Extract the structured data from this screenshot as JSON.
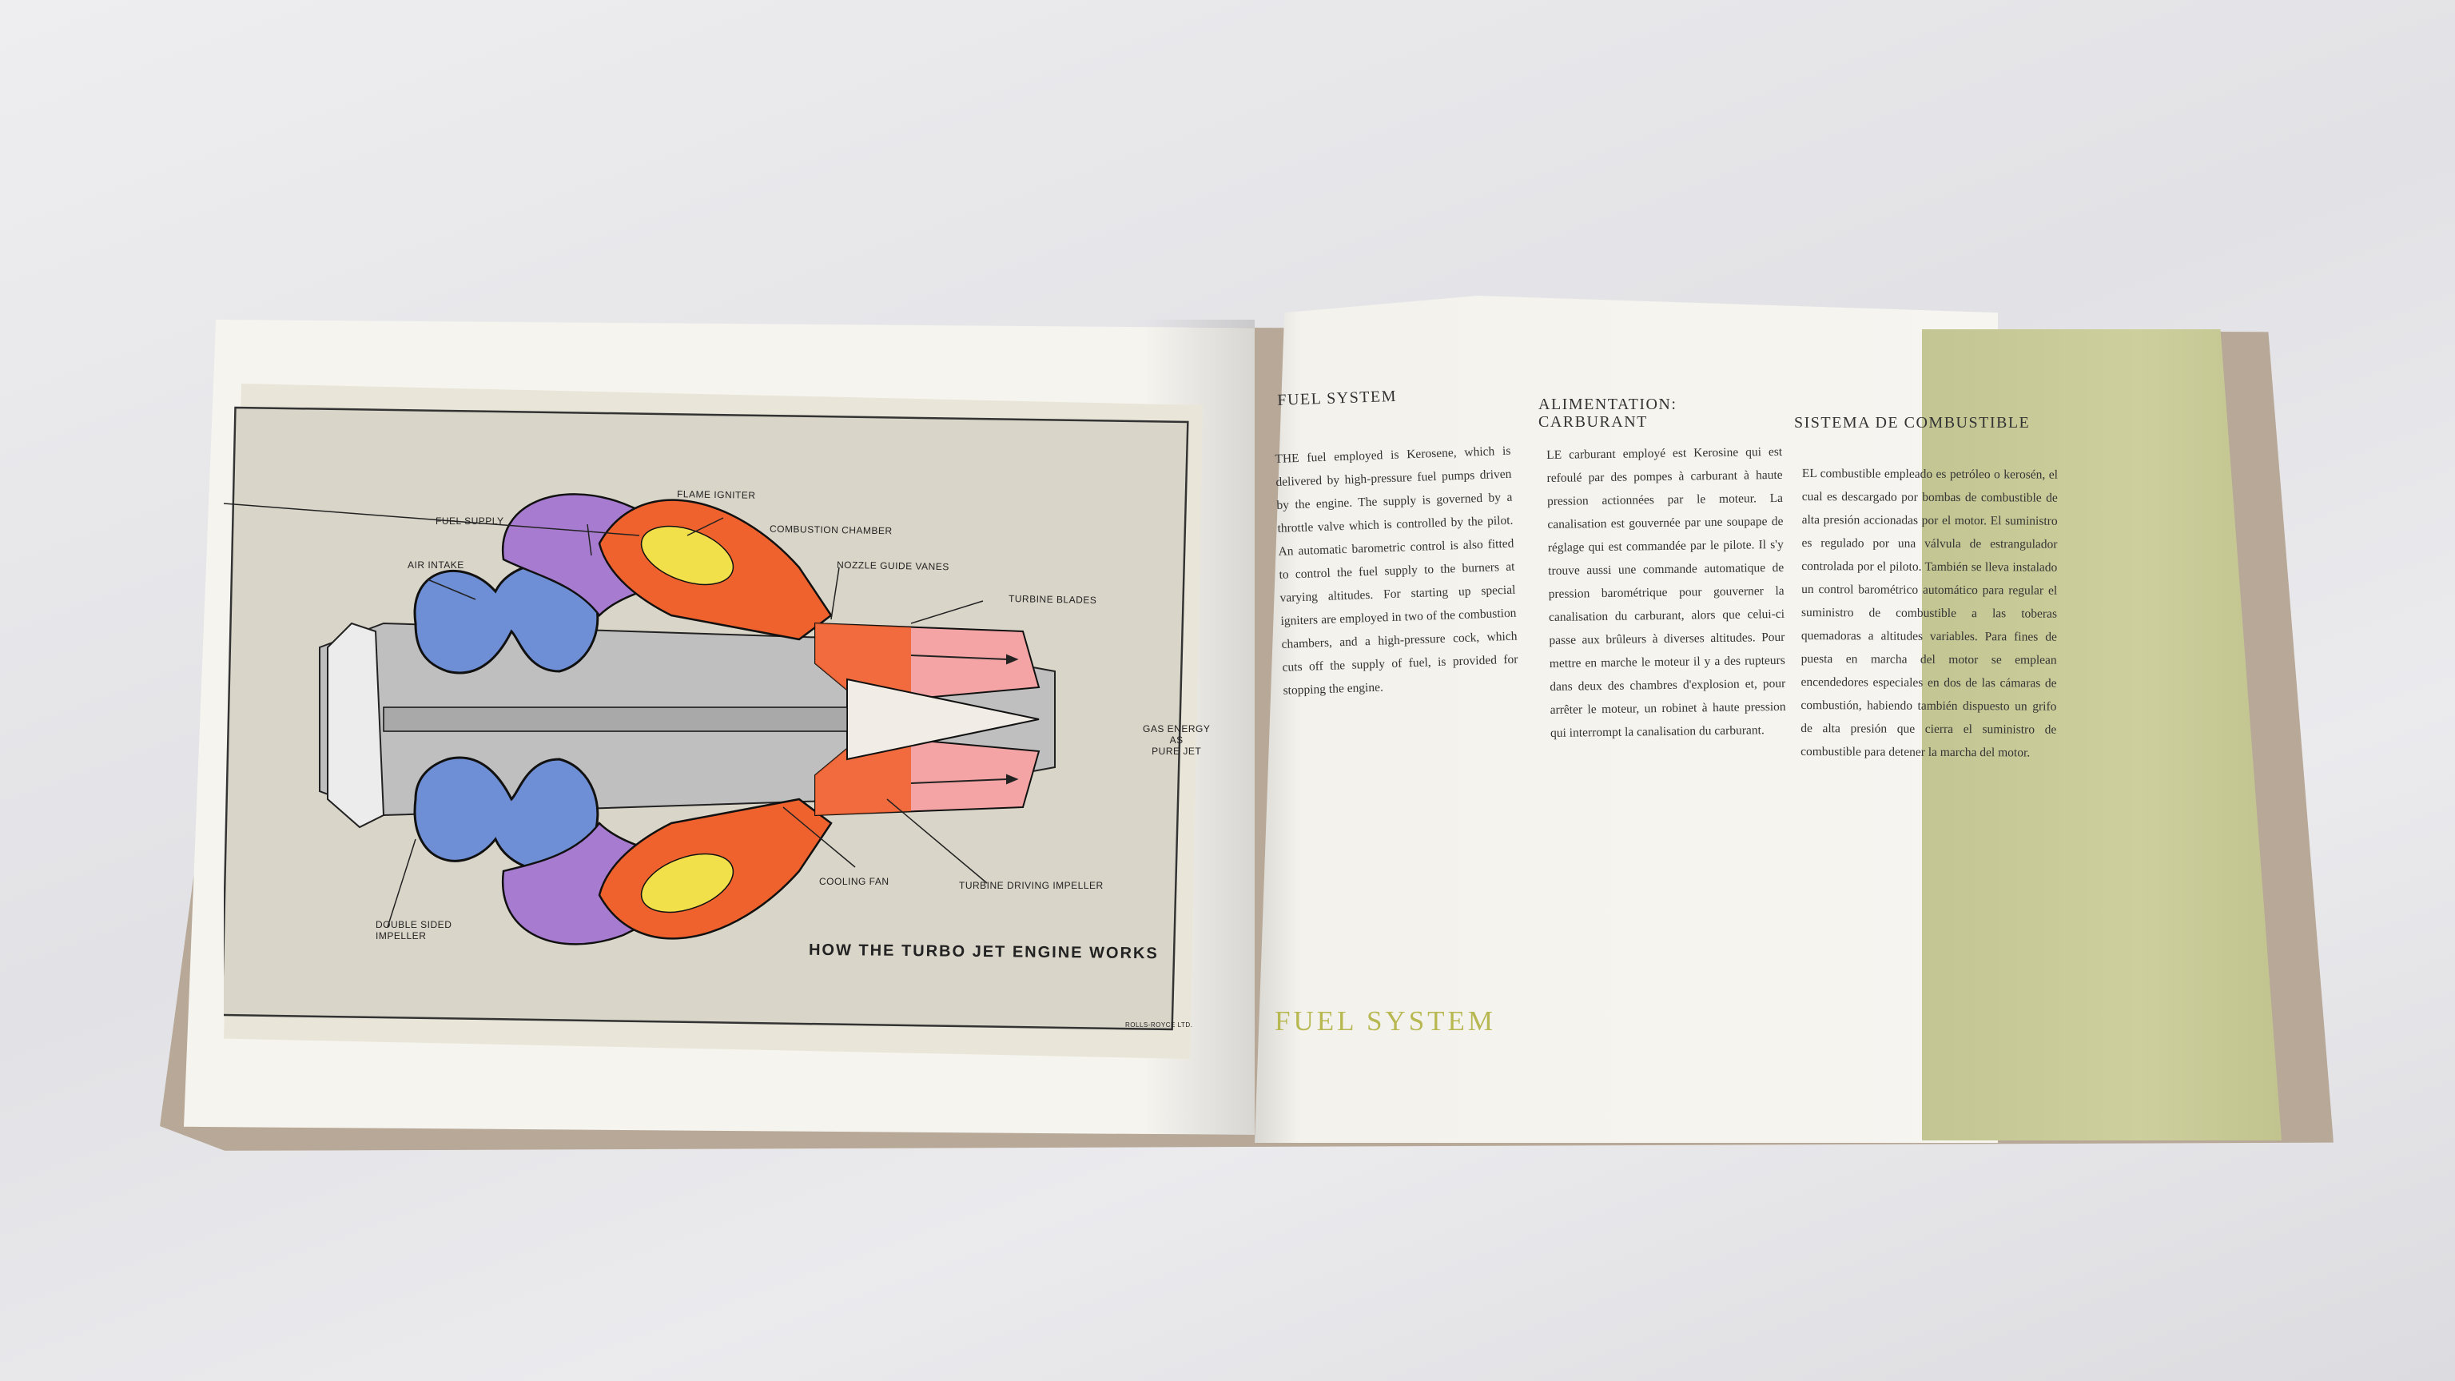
{
  "left_page": {
    "diagram": {
      "labels": {
        "flame_igniter": "FLAME IGNITER",
        "fuel_supply": "FUEL SUPPLY",
        "combustion_chamber": "COMBUSTION CHAMBER",
        "air_intake": "AIR INTAKE",
        "nozzle_guide_vanes": "NOZZLE GUIDE VANES",
        "turbine_blades": "TURBINE BLADES",
        "gas_energy": "GAS ENERGY\nAS\nPURE JET",
        "cooling_fan": "COOLING FAN",
        "turbine_driving_impeller": "TURBINE DRIVING IMPELLER",
        "double_sided_impeller": "DOUBLE SIDED\nIMPELLER"
      },
      "title": "HOW THE TURBO JET ENGINE WORKS",
      "credit": "ROLLS-ROYCE LTD."
    }
  },
  "right_page": {
    "english": {
      "heading": "FUEL SYSTEM",
      "body": "THE fuel employed is Kerosene, which is delivered by high-pressure fuel pumps driven by the engine. The supply is governed by a throttle valve which is controlled by the pilot. An automatic barometric control is also fitted to control the fuel supply to the burners at varying altitudes. For starting up special igniters are employed in two of the combustion chambers, and a high-pressure cock, which cuts off the supply of fuel, is provided for stopping the engine."
    },
    "french": {
      "heading": "ALIMENTATION: CARBURANT",
      "body": "LE carburant employé est Kerosine qui est refoulé par des pompes à carburant à haute pression actionnées par le moteur. La canalisation est gouvernée par une soupape de réglage qui est commandée par le pilote. Il s'y trouve aussi une commande automatique de pression barométrique pour gouverner la canalisation du carburant, alors que celui-ci passe aux brûleurs à diverses altitudes. Pour mettre en marche le moteur il y a des rupteurs dans deux des chambres d'explosion et, pour arrêter le moteur, un robinet à haute pression qui interrompt la canalisation du carburant."
    },
    "spanish": {
      "heading": "SISTEMA DE COMBUSTIBLE",
      "body": "EL combustible empleado es petróleo o kerosén, el cual es descargado por bombas de combustible de alta presión accionadas por el motor. El suministro es regulado por una válvula de estrangulador controlada por el piloto. También se lleva instalado un control barométrico automático para regular el suministro de combustible a las toberas quemadoras a altitudes variables. Para fines de puesta en marcha del motor se emplean encendedores especiales en dos de las cámaras de combustión, habiendo también dispuesto un grifo de alta presión que cierra el suministro de combustible para detener la marcha del motor."
    },
    "footer_title": "FUEL SYSTEM"
  },
  "colors": {
    "plate_background": "#d8d4c7",
    "air_blue": "#6e8fd6",
    "combustion_orange": "#f0622d",
    "flame_yellow": "#f2e04a",
    "exhaust_pink": "#f4a4a4",
    "chamber_purple": "#a77bd0",
    "accent_green": "#c8ca96",
    "footer_green": "#b7b852"
  }
}
